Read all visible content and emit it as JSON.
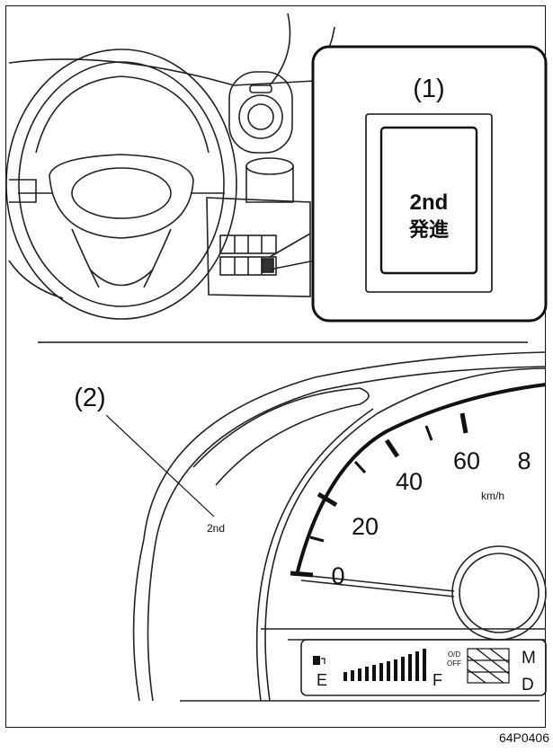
{
  "callout_top": "(1)",
  "switch_label_line1": "2nd",
  "switch_label_line2": "発進",
  "callout_bottom": "(2)",
  "indicator_text": "2nd",
  "speed_ticks": [
    "0",
    "20",
    "40",
    "60",
    "8"
  ],
  "speed_unit": "km/h",
  "fuel_empty": "E",
  "fuel_full": "F",
  "odtrip_line1": "O/D",
  "odtrip_line2": "OFF",
  "gear_m": "M",
  "gear_d": "D",
  "figure_code": "64P0406"
}
